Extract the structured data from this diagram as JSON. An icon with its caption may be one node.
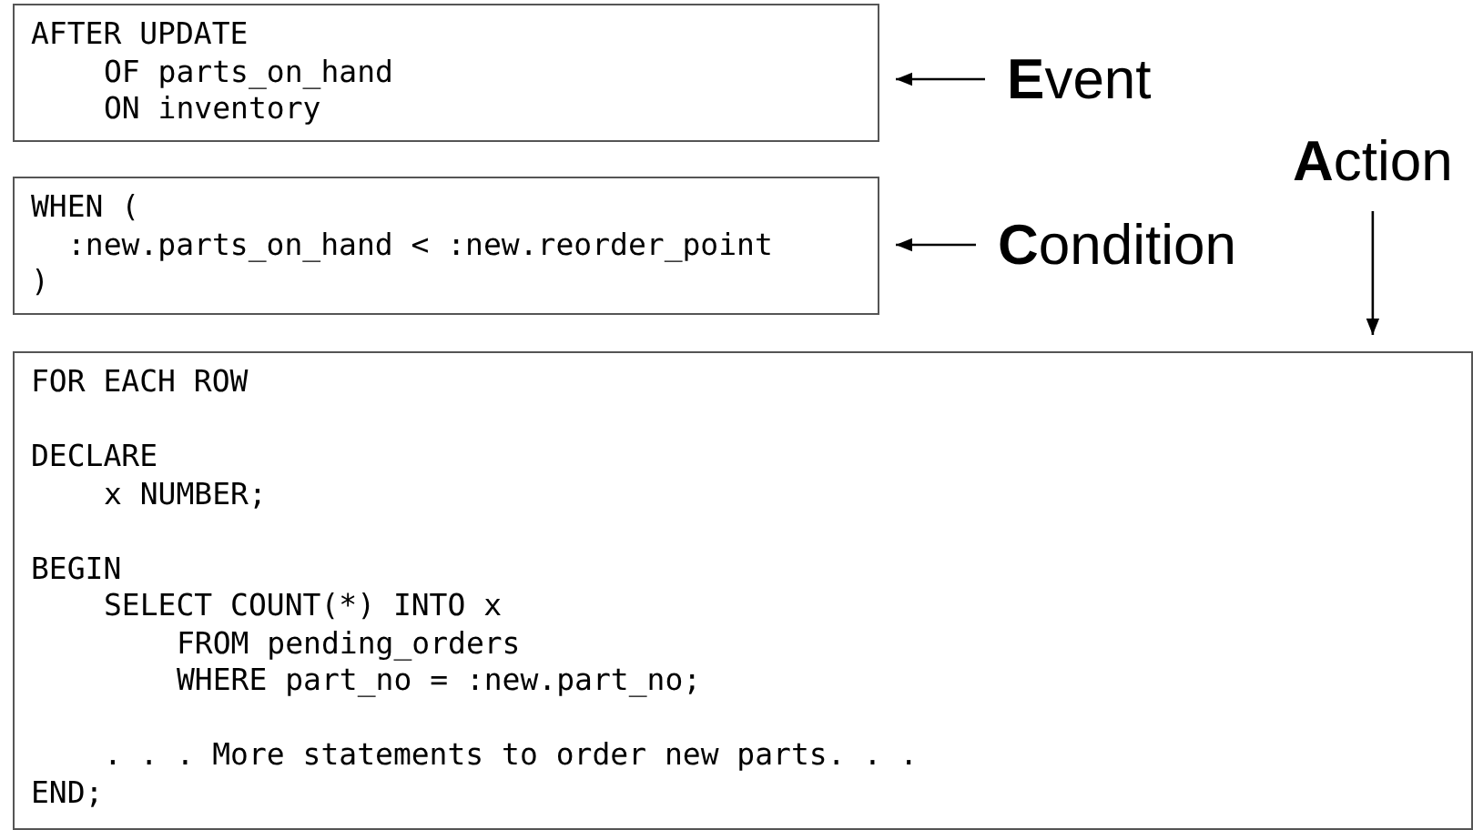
{
  "diagram": {
    "nodes": [
      {
        "text": [
          "AFTER UPDATE",
          "OF parts_on_hand",
          "ON inventory"
        ]
      },
      {
        "text": [
          "**E**vent"
        ]
      },
      {
        "text": [
          "WHEN (",
          ":new.parts_on_hand < :new.reorder_point",
          ")"
        ]
      },
      {
        "text": [
          "**C**ondition"
        ]
      },
      {
        "text": [
          "**A**ction"
        ]
      },
      {
        "text": [
          "FOR EACH ROW",
          "DECLARE",
          "x NUMBER;",
          "BEGIN",
          "SELECT COUNT(*) INTO x",
          "FROM pending_orders",
          "WHERE part_no = :new.part_no;",
          ". . . More statements to order new parts. . .",
          "END;"
        ]
      }
    ],
    "edges": [
      {
        "from": 1,
        "to": 0,
        "arrow": "to"
      },
      {
        "from": 3,
        "to": 2,
        "arrow": "to"
      },
      {
        "from": 4,
        "to": 5,
        "arrow": "to"
      }
    ]
  }
}
